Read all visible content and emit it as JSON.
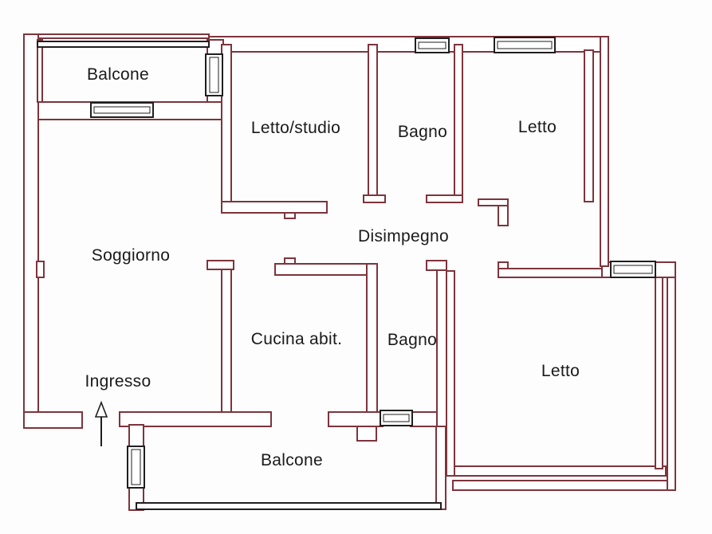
{
  "floorplan": {
    "type": "apartment-floor-plan",
    "language": "Italian",
    "colors": {
      "wall_color": "#7e343c",
      "symbol_color": "#1f1f1f",
      "text_color": "#1a1a1a",
      "background": "#fdfdfd"
    },
    "labels": {
      "balcone_top": "Balcone",
      "letto_studio": "Letto/studio",
      "bagno_top": "Bagno",
      "letto_top": "Letto",
      "soggiorno": "Soggiorno",
      "disimpegno": "Disimpegno",
      "cucina": "Cucina abit.",
      "bagno_bottom": "Bagno",
      "ingresso": "Ingresso",
      "letto_bottom": "Letto",
      "balcone_bottom": "Balcone"
    },
    "symbols": {
      "entrance_arrow": "entrance-arrow-icon",
      "window": "window-symbol-icon",
      "balcony_railing": "balcony-railing"
    }
  }
}
